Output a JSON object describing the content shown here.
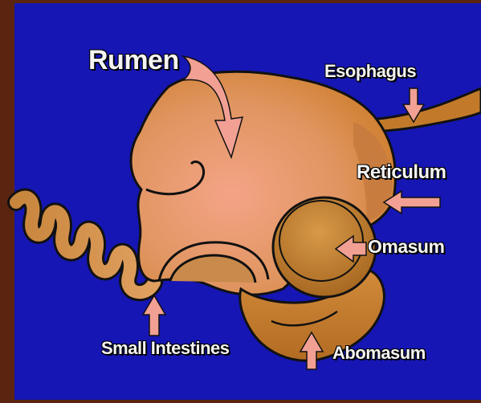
{
  "diagram": {
    "labels": {
      "rumen": "Rumen",
      "esophagus": "Esophagus",
      "reticulum": "Reticulum",
      "omasum": "Omasum",
      "small_intestines": "Small Intestines",
      "abomasum": "Abomasum"
    },
    "colors": {
      "background": "#1616b4",
      "frame": "#5a2410",
      "organ": "#d4883a",
      "organ_light": "#eda07a",
      "organ_dark": "#b06a1c",
      "outline": "#111111",
      "arrow": "#f2a094",
      "label_text": "#f4f4f4"
    }
  }
}
